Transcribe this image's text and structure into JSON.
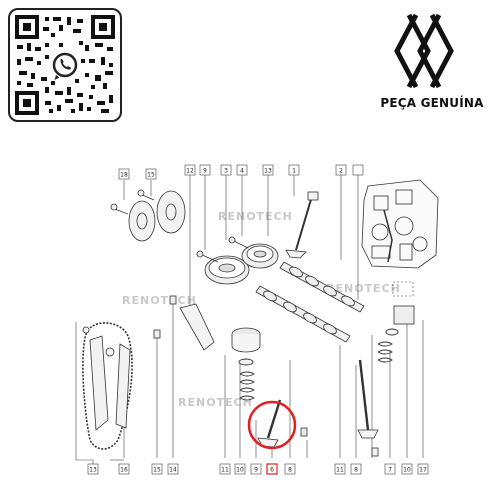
{
  "brand": {
    "caption": "PEÇA GENUÍNA"
  },
  "watermark": {
    "text": "RENOTECH"
  },
  "colors": {
    "highlight": "#e02020",
    "ink": "#333333",
    "whatsapp": "#222222"
  },
  "icons": {
    "qr": "qr-code",
    "whatsapp": "whatsapp-icon",
    "logo": "renault-logo"
  },
  "callouts": {
    "top": [
      "18",
      "15",
      "12",
      "9",
      "3",
      "4",
      "13",
      "1",
      "2"
    ],
    "bottom": [
      "13",
      "16",
      "15",
      "14",
      "11",
      "10",
      "9",
      "6",
      "8",
      "11",
      "8",
      "7",
      "10",
      "17"
    ]
  }
}
